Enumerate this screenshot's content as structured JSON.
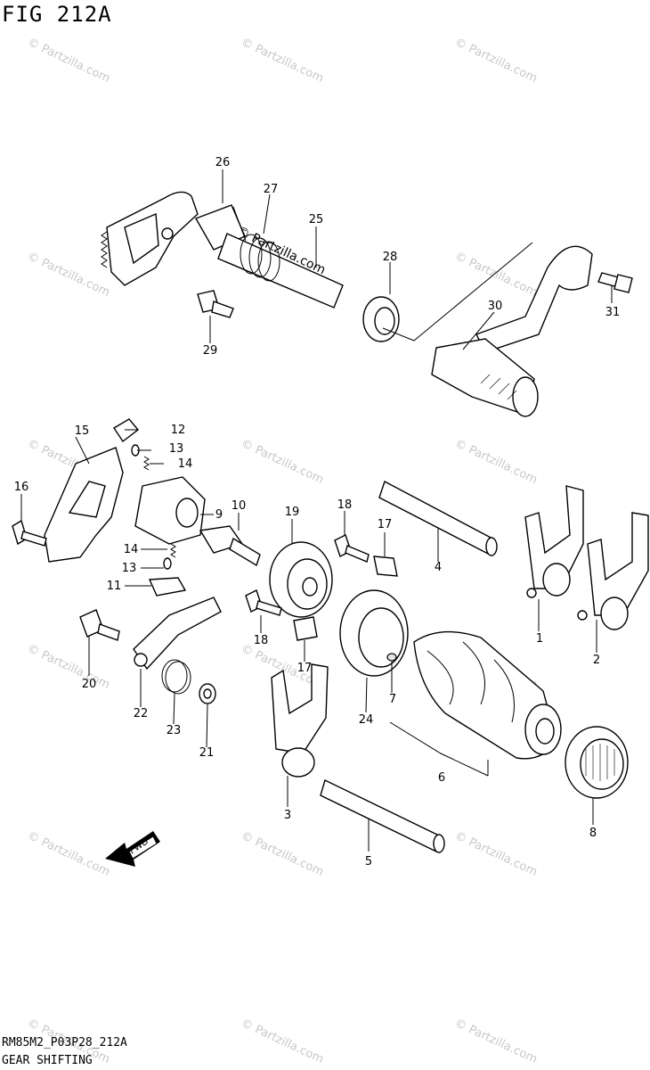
{
  "figure": {
    "title": "FIG 212A",
    "code": "RM85M2_P03P28_212A",
    "name": "GEAR SHIFTING",
    "fwd_label": "FWD",
    "watermark": "© Partzilla.com"
  },
  "callouts": [
    "1",
    "2",
    "3",
    "4",
    "5",
    "6",
    "7",
    "8",
    "9",
    "10",
    "11",
    "12",
    "13",
    "13",
    "14",
    "14",
    "15",
    "16",
    "17",
    "17",
    "18",
    "18",
    "19",
    "20",
    "21",
    "22",
    "23",
    "24",
    "25",
    "26",
    "27",
    "28",
    "29",
    "30",
    "31"
  ]
}
